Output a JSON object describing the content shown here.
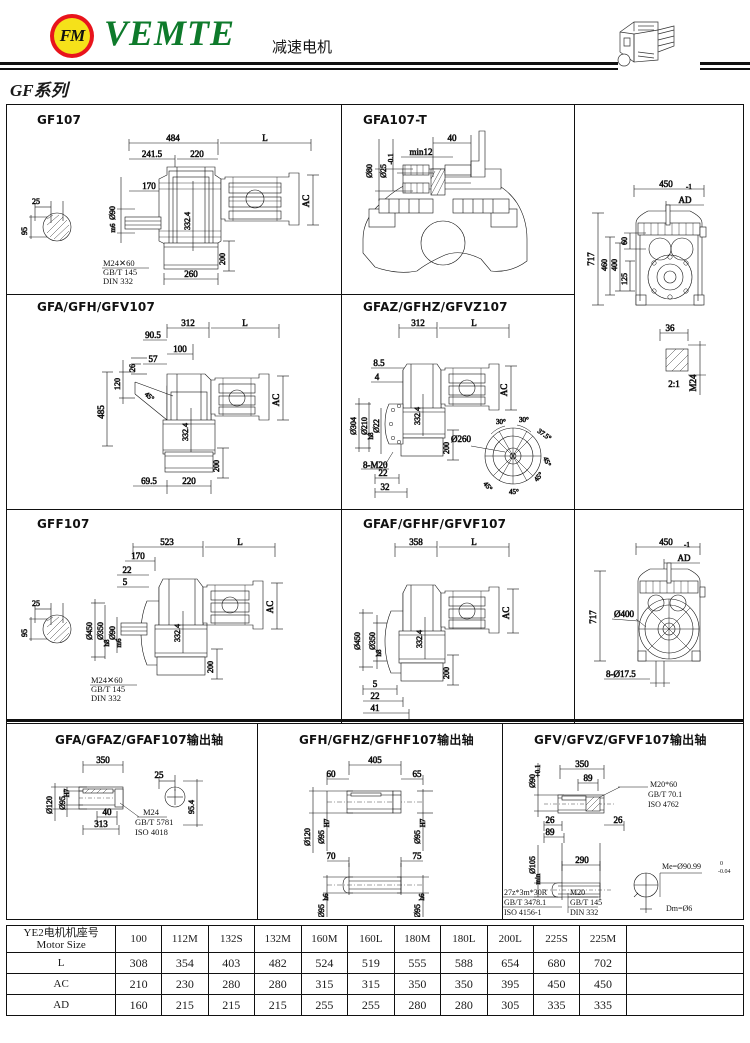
{
  "header": {
    "logo_mark": "FM",
    "brand": "VEMTE",
    "subtitle": "减速电机",
    "series": "GF系列",
    "gearbox_3d_icon": "gearbox-isometric-icon"
  },
  "panels": {
    "gf107": {
      "title": "GF107",
      "dims": [
        "484",
        "L",
        "241.5",
        "220",
        "170",
        "AC",
        "332.4",
        "200",
        "260",
        "25",
        "95"
      ],
      "dia_label": "Ø90",
      "dia_tol": "m6",
      "notes": [
        "M24×60",
        "GB/T 145",
        "DIN 332"
      ]
    },
    "gfa107t": {
      "title": "GFA107-T",
      "dims": [
        "40",
        "min12"
      ],
      "dia_labels": [
        "Ø80",
        "Ø25"
      ],
      "dia_tol": "-0.1"
    },
    "right_top": {
      "dims": [
        "450",
        "AD",
        "717",
        "460",
        "400",
        "125",
        "60",
        "36",
        "M24"
      ],
      "tol": "-1",
      "scale_label": "2:1"
    },
    "gfa_gfh_gfv107": {
      "title": "GFA/GFH/GFV107",
      "dims": [
        "312",
        "L",
        "90.5",
        "100",
        "57",
        "26",
        "120",
        "485",
        "AC",
        "332.4",
        "200",
        "69.5",
        "220",
        "45°"
      ]
    },
    "gfaz_gfhz_gfvz107": {
      "title": "GFAZ/GFHZ/GFVZ107",
      "dims": [
        "312",
        "L",
        "8.5",
        "4",
        "AC",
        "332.4",
        "200",
        "22",
        "32",
        "8-M20"
      ],
      "dia_labels": [
        "Ø304",
        "Ø210",
        "Ø22",
        "Ø260"
      ],
      "dia_tol": "h8",
      "angles": [
        "30°",
        "30°",
        "37.5°",
        "45°",
        "45°",
        "45°",
        "45°"
      ]
    },
    "gff107": {
      "title": "GFF107",
      "dims": [
        "523",
        "L",
        "170",
        "22",
        "5",
        "AC",
        "332.4",
        "200",
        "25",
        "95"
      ],
      "dia_labels": [
        "Ø450",
        "Ø350",
        "Ø90"
      ],
      "tols": [
        "h8",
        "m6"
      ],
      "notes": [
        "M24×60",
        "GB/T 145",
        "DIN 332"
      ]
    },
    "gfaf_gfhf_gfvf107": {
      "title": "GFAF/GFHF/GFVF107",
      "dims": [
        "358",
        "L",
        "AC",
        "332.4",
        "200",
        "5",
        "22",
        "41"
      ],
      "dia_labels": [
        "Ø450",
        "Ø350"
      ],
      "tol": "h8"
    },
    "right_mid": {
      "dims": [
        "450",
        "AD",
        "717",
        "8-Ø17.5"
      ],
      "tol": "-1",
      "dia_label": "Ø400"
    },
    "shaft_a": {
      "title": "GFA/GFAZ/GFAF107输出轴",
      "dims": [
        "350",
        "25",
        "40",
        "313",
        "95.4"
      ],
      "dia_labels": [
        "Ø120",
        "Ø95"
      ],
      "tol": "H7",
      "notes": [
        "M24",
        "GB/T 5781",
        "ISO 4018"
      ]
    },
    "shaft_h": {
      "title": "GFH/GFHZ/GFHF107输出轴",
      "dims": [
        "405",
        "60",
        "65",
        "70",
        "75"
      ],
      "dia_labels": [
        "Ø120",
        "Ø95",
        "Ø95",
        "Ø95",
        "Ø95"
      ],
      "tols": [
        "H7",
        "H7",
        "h6",
        "h6"
      ]
    },
    "shaft_v": {
      "title": "GFV/GFVZ/GFVF107输出轴",
      "dims": [
        "350",
        "89",
        "26",
        "26",
        "89",
        "290"
      ],
      "dia_labels": [
        "Ø90",
        "Ø105"
      ],
      "tols": [
        "+0.1",
        "min"
      ],
      "notes_right": [
        "M20*60",
        "GB/T 70.1",
        "ISO 4762"
      ],
      "notes_left": [
        "27z*3m*30R",
        "GB/T 3478.1",
        "ISO 4156-1"
      ],
      "notes_mid": [
        "M20",
        "GB/T 145",
        "DIN 332"
      ],
      "me_label": "Me=Ø90.99",
      "me_tol_top": "0",
      "me_tol_bot": "-0.04",
      "dm_label": "Dm=Ø6"
    }
  },
  "table": {
    "row_label_cn": "YE2电机机座号",
    "row_label_en": "Motor Size",
    "columns": [
      "100",
      "112M",
      "132S",
      "132M",
      "160M",
      "160L",
      "180M",
      "180L",
      "200L",
      "225S",
      "225M"
    ],
    "rows": [
      {
        "label": "L",
        "values": [
          "308",
          "354",
          "403",
          "482",
          "524",
          "519",
          "555",
          "588",
          "654",
          "680",
          "702"
        ]
      },
      {
        "label": "AC",
        "values": [
          "210",
          "230",
          "280",
          "280",
          "315",
          "315",
          "350",
          "350",
          "395",
          "450",
          "450"
        ]
      },
      {
        "label": "AD",
        "values": [
          "160",
          "215",
          "215",
          "215",
          "255",
          "255",
          "280",
          "280",
          "305",
          "335",
          "335"
        ]
      }
    ]
  }
}
